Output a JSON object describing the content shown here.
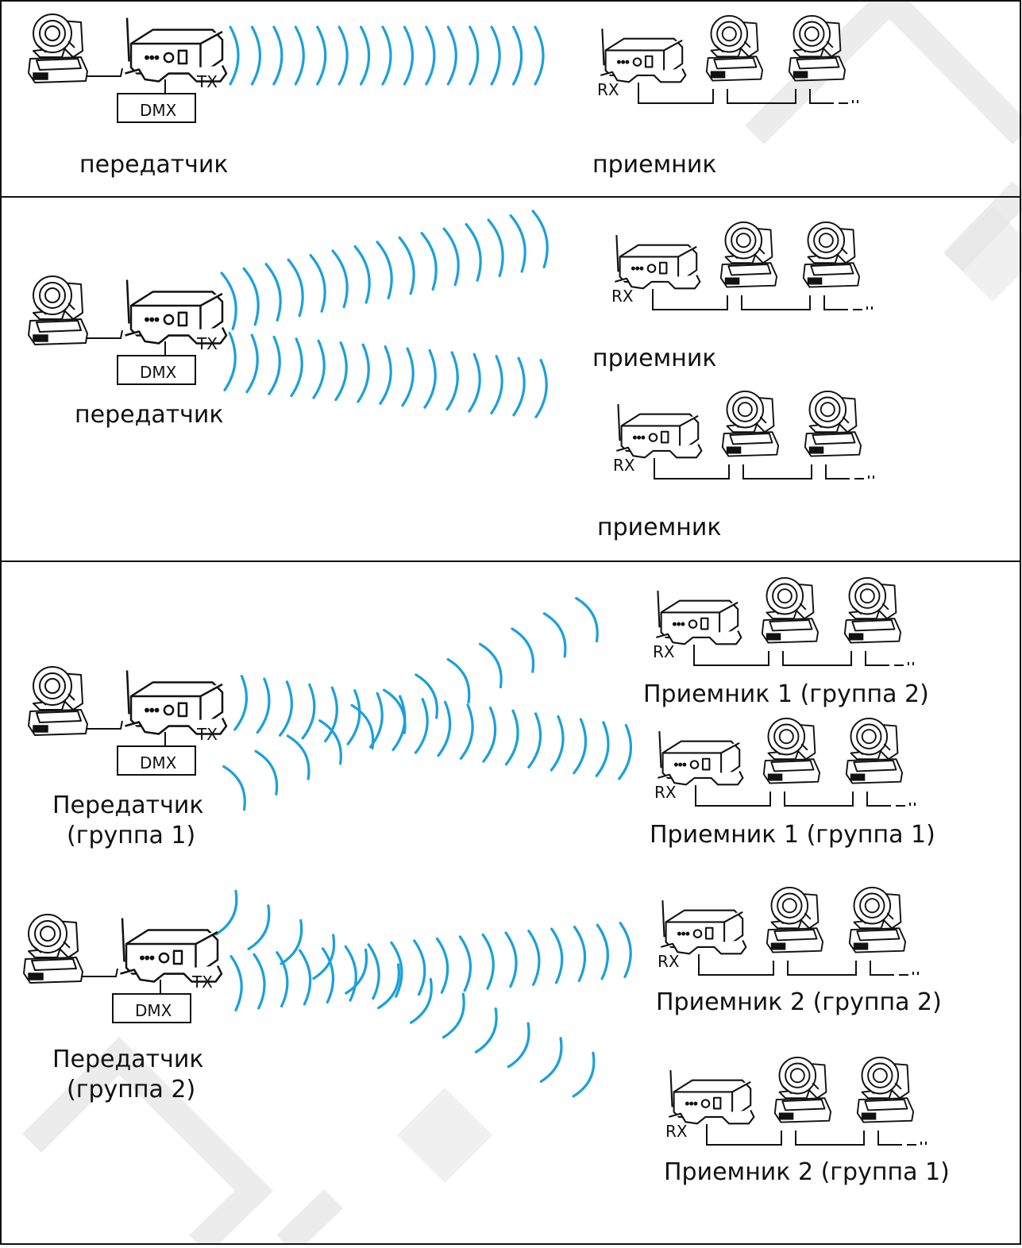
{
  "colors": {
    "wave": "#1aa0dc",
    "line": "#111111",
    "watermark": "#e6e6e6"
  },
  "tags": {
    "tx": "TX",
    "rx": "RX",
    "dmx": "DMX"
  },
  "icons": {
    "fixture": "moving-head-light-icon",
    "transmitter": "wireless-dmx-transmitter-icon",
    "receiver": "wireless-dmx-receiver-icon",
    "watermark": "diamond-watermark-icon"
  },
  "panels": [
    {
      "transmitters": [
        {
          "label_lines": [
            "передатчик"
          ]
        }
      ],
      "receivers": [
        {
          "label": "приемник"
        }
      ]
    },
    {
      "transmitters": [
        {
          "label_lines": [
            "передатчик"
          ]
        }
      ],
      "receivers": [
        {
          "label": "приемник"
        },
        {
          "label": "приемник"
        }
      ]
    },
    {
      "transmitters": [
        {
          "label_lines": [
            "Передатчик",
            "(группа 1)"
          ]
        },
        {
          "label_lines": [
            "Передатчик",
            "(группа 2)"
          ]
        }
      ],
      "receivers": [
        {
          "label": "Приемник 1 (группа 2)"
        },
        {
          "label": "Приемник 1 (группа 1)"
        },
        {
          "label": "Приемник 2 (группа 2)"
        },
        {
          "label": "Приемник 2 (группа 1)"
        }
      ]
    }
  ]
}
